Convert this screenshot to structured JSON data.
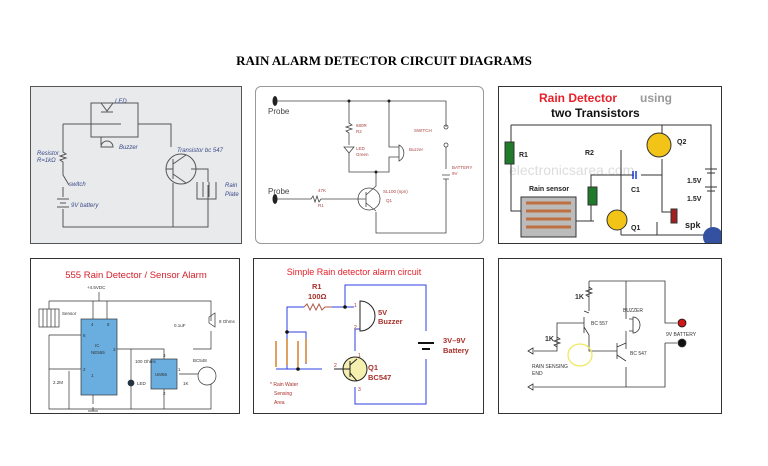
{
  "page": {
    "title": "RAIN ALARM DETECTOR CIRCUIT DIAGRAMS"
  },
  "diagrams": [
    {
      "style": "hand-drawn",
      "labels": {
        "led": "LED",
        "buzzer": "Buzzer",
        "resistor": "Resistor",
        "resistor_value": "R=1kΩ",
        "switch": "switch",
        "battery": "9V battery",
        "transistor": "Transistor bc 547",
        "rain": "Rain",
        "plate": "Plate"
      }
    },
    {
      "labels": {
        "probe1": "Probe",
        "probe2": "Probe",
        "r2_value": "680R",
        "r2": "R2",
        "led": "LED",
        "led_color": "Green",
        "buzzer": "Buzzer",
        "switch": "SWITCH",
        "battery": "BATTERY",
        "battery_value": "9V",
        "r1_value": "47K",
        "r1": "R1",
        "q1_type": "SL100 (npn)",
        "q1": "Q1"
      }
    },
    {
      "title_red": "Rain Detector",
      "title_gray": "using",
      "title_line2": "two Transistors",
      "watermark": "electronicsarea.com",
      "labels": {
        "r1": "R1",
        "r2": "R2",
        "c1": "C1",
        "q1": "Q1",
        "q2": "Q2",
        "v1": "1.5V",
        "v2": "1.5V",
        "spk": "spk",
        "sensor": "Rain sensor"
      },
      "colors": {
        "title_red": "#e8202a",
        "transistor": "#f2c417",
        "resistor": "#1f7a2a",
        "capacitor": "#1a3fd1"
      }
    },
    {
      "title": "555 Rain Detector / Sensor Alarm",
      "labels": {
        "supply": "+4.5VDC",
        "sensor": "Sensor",
        "ic": "IC",
        "ic_type": "NE555",
        "cap": "0.1uF",
        "speaker": "8 Ohms",
        "r100": "100 Ohms",
        "led": "LED",
        "um": "UM66",
        "transistor": "BC548",
        "r1k": "1K",
        "r22": "2.2M",
        "pin4": "4",
        "pin8": "8",
        "pin6": "6",
        "pin3": "3",
        "pin2": "2",
        "pin1": "1",
        "um3": "3",
        "um1": "1",
        "um2": "2"
      },
      "colors": {
        "title": "#d4202a",
        "ic_fill": "#6aaee0"
      }
    },
    {
      "title": "Simple Rain detector alarm circuit",
      "labels": {
        "r1": "R1",
        "r1_value": "100Ω",
        "buzzer": "5V",
        "buzzer2": "Buzzer",
        "battery": "3V–9V",
        "battery2": "Battery",
        "q1": "Q1",
        "q1_type": "BC547",
        "note1": "* Rain Water",
        "note2": "Sensing",
        "note3": "Area",
        "pin1": "1",
        "pin2": "2",
        "qpin1": "1",
        "qpin2": "2",
        "qpin3": "3"
      },
      "colors": {
        "title": "#e8202a",
        "wire": "#2e3fe0",
        "lead": "#b05a4a",
        "transistor": "#f6f0b0"
      }
    },
    {
      "labels": {
        "r_top": "1K",
        "r_base": "1K",
        "pnp": "BC 557",
        "npn": "BC 547",
        "buzzer": "BUZZER",
        "battery": "9V BATTERY",
        "sensing1": "RAIN SENSING",
        "sensing2": "END"
      },
      "colors": {
        "highlight": "#f0e860",
        "terminal_pos": "#d01818"
      }
    }
  ]
}
